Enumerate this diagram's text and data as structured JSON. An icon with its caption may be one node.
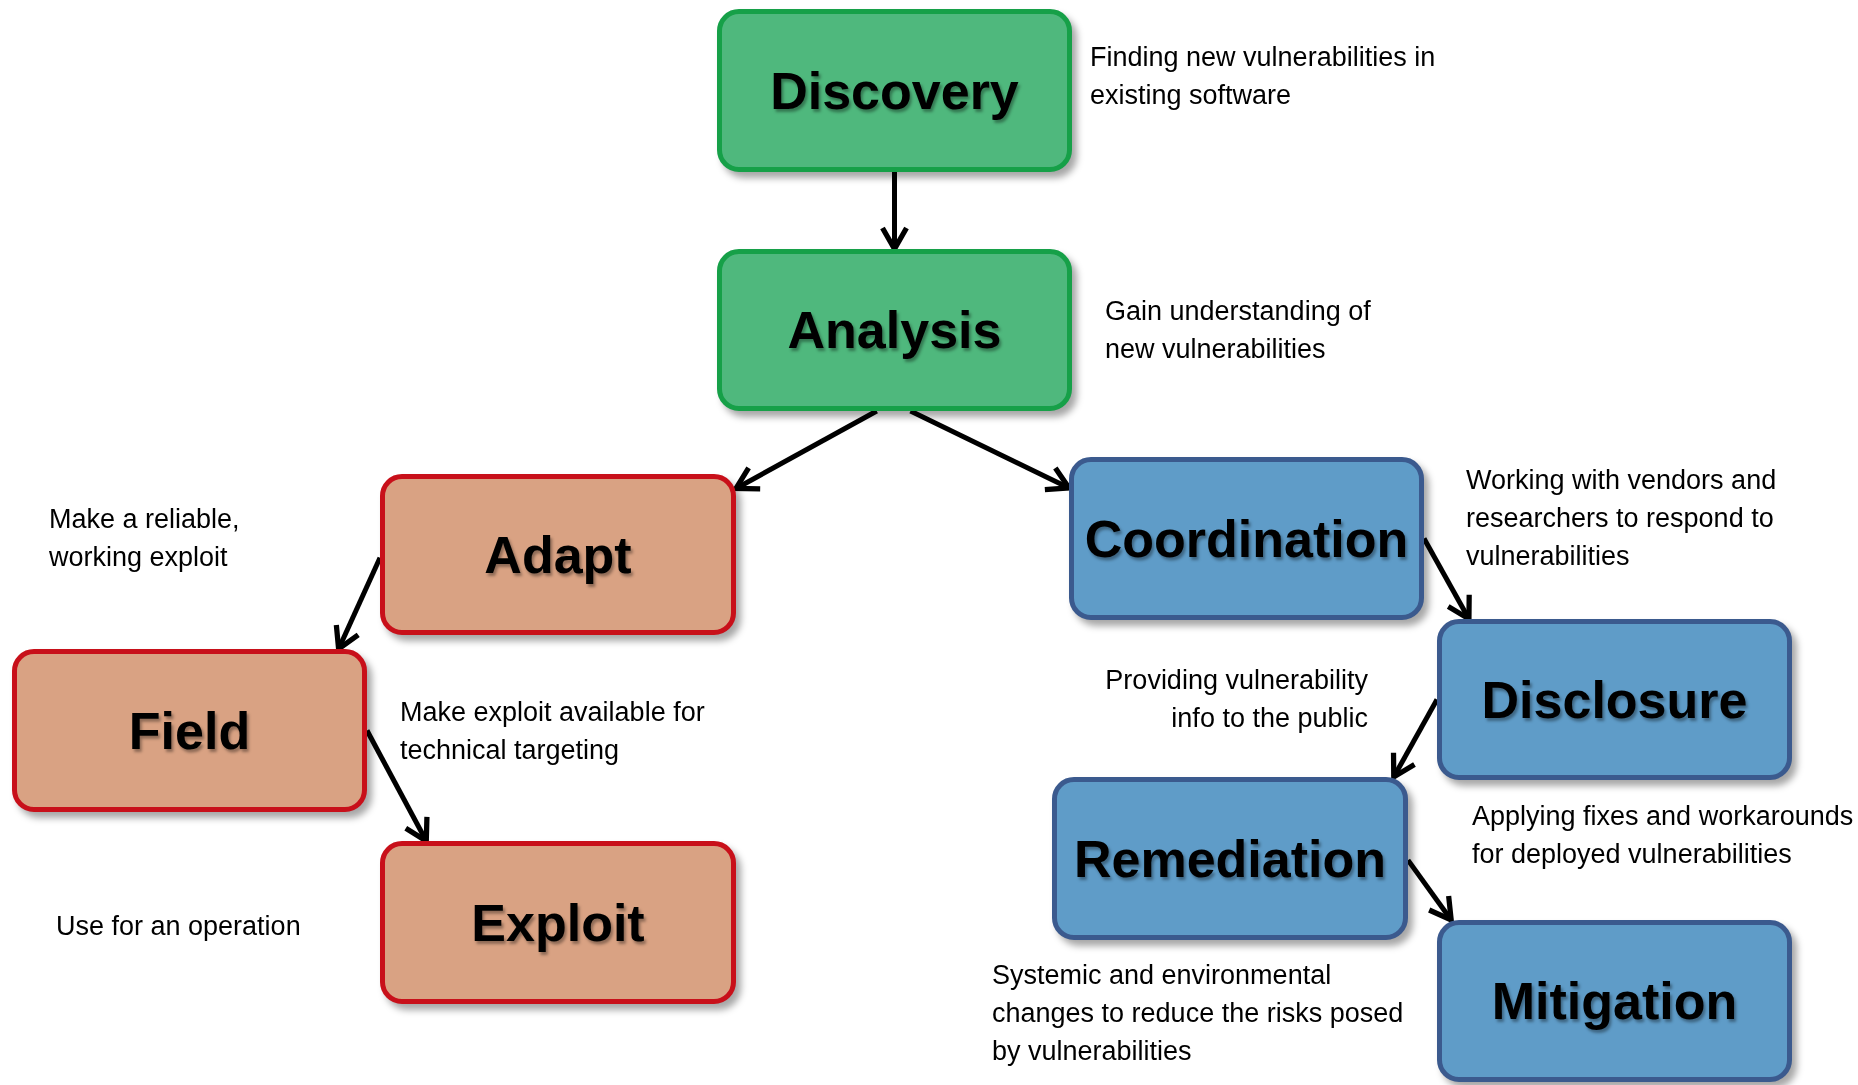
{
  "diagram": {
    "nodes": [
      {
        "text": [
          "Discovery"
        ],
        "beside": [
          "Finding new vulnerabilities in existing software"
        ]
      },
      {
        "text": [
          "Analysis"
        ],
        "beside": [
          "Gain understanding of new vulnerabilities"
        ]
      },
      {
        "text": [
          "Adapt"
        ]
      },
      {
        "text": [
          "Field"
        ],
        "beside": [
          "Make exploit available for technical targeting"
        ]
      },
      {
        "text": [
          "Exploit"
        ],
        "beside": [
          "Use for an operation"
        ]
      },
      {
        "text": [
          "Coordination"
        ],
        "beside": [
          "Working with vendors and researchers to respond to vulnerabilities"
        ]
      },
      {
        "text": [
          "Disclosure"
        ],
        "beside": [
          "Providing vulnerability info to the public"
        ]
      },
      {
        "text": [
          "Remediation"
        ]
      },
      {
        "text": [
          "Mitigation"
        ]
      }
    ],
    "labels": [
      "Make a reliable, working exploit",
      "Applying fixes and workarounds for deployed vulnerabilities",
      "Systemic and environmental changes to reduce the risks posed by vulnerabilities"
    ],
    "edges": [
      {
        "from": 0,
        "to": 1,
        "arrow": "to"
      },
      {
        "from": 1,
        "to": 2,
        "arrow": "to"
      },
      {
        "from": 1,
        "to": 5,
        "arrow": "to"
      },
      {
        "from": 2,
        "to": 3,
        "arrow": "to"
      },
      {
        "from": 3,
        "to": 4,
        "arrow": "to"
      },
      {
        "from": 5,
        "to": 6,
        "arrow": "to"
      },
      {
        "from": 6,
        "to": 7,
        "arrow": "to"
      },
      {
        "from": 7,
        "to": 8,
        "arrow": "to"
      }
    ]
  }
}
